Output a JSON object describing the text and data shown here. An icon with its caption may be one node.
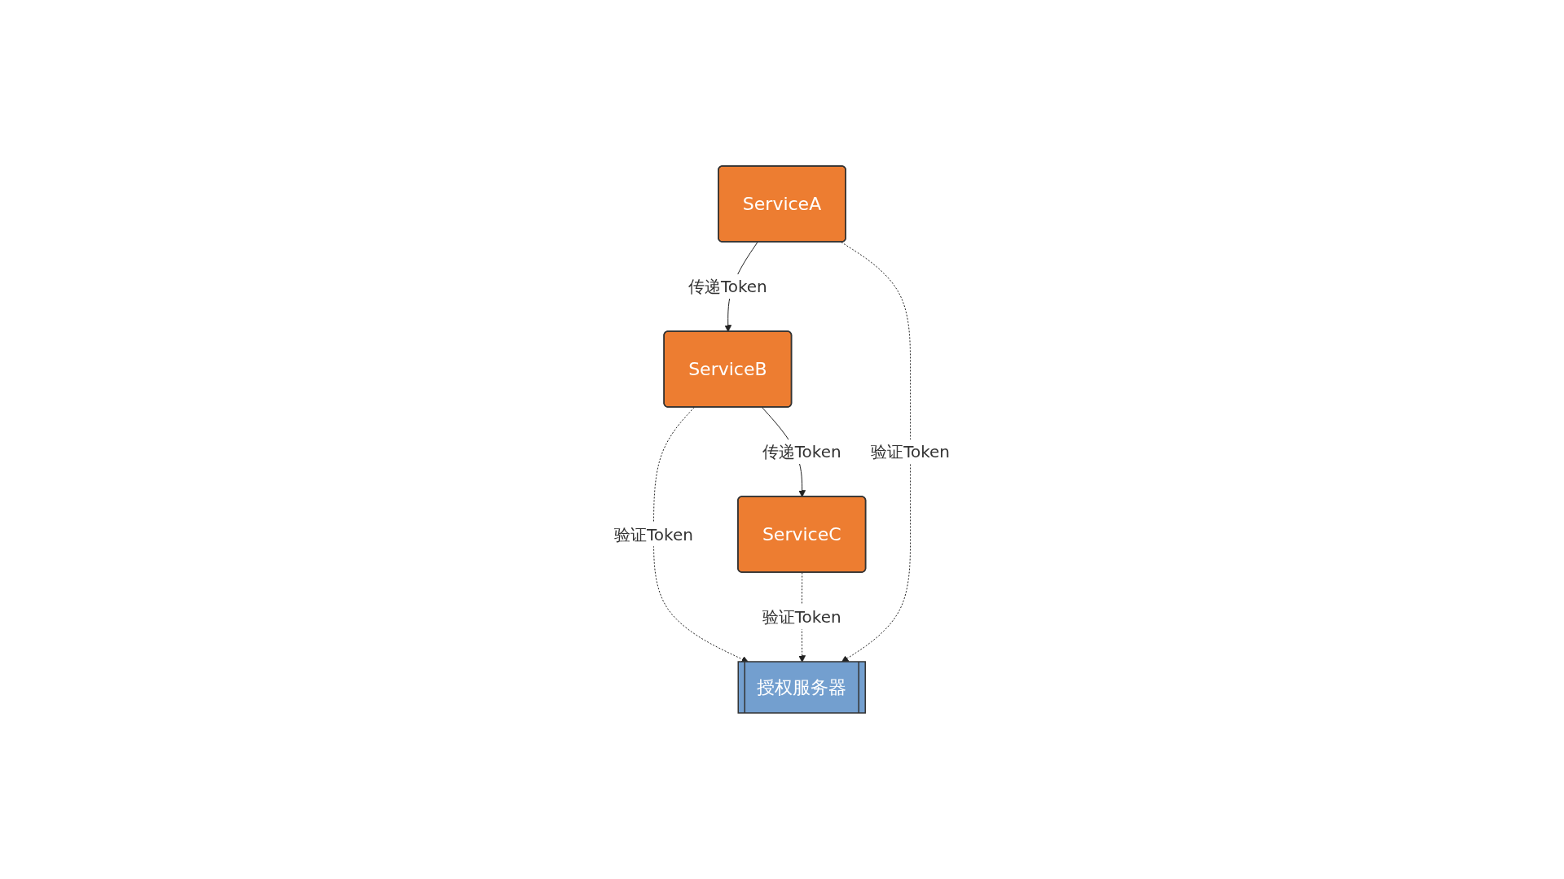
{
  "diagram": {
    "nodes": [
      {
        "text": [
          "ServiceB"
        ]
      },
      {
        "text": [
          "ServiceC"
        ]
      },
      {
        "text": [
          "ServiceA"
        ]
      },
      {
        "text": [
          "授权服务器"
        ]
      }
    ],
    "edges": [
      {
        "from": 0,
        "to": 1,
        "arrow": "to",
        "label": "传递Token"
      },
      {
        "from": 2,
        "to": 0,
        "arrow": "to",
        "label": "传递Token"
      },
      {
        "from": 0,
        "to": 3,
        "arrow": "to",
        "label": "验证Token",
        "style": "dashed"
      },
      {
        "from": 1,
        "to": 3,
        "arrow": "to",
        "label": "验证Token",
        "style": "dashed"
      },
      {
        "from": 2,
        "to": 3,
        "arrow": "to",
        "label": "验证Token",
        "style": "dashed"
      }
    ]
  }
}
